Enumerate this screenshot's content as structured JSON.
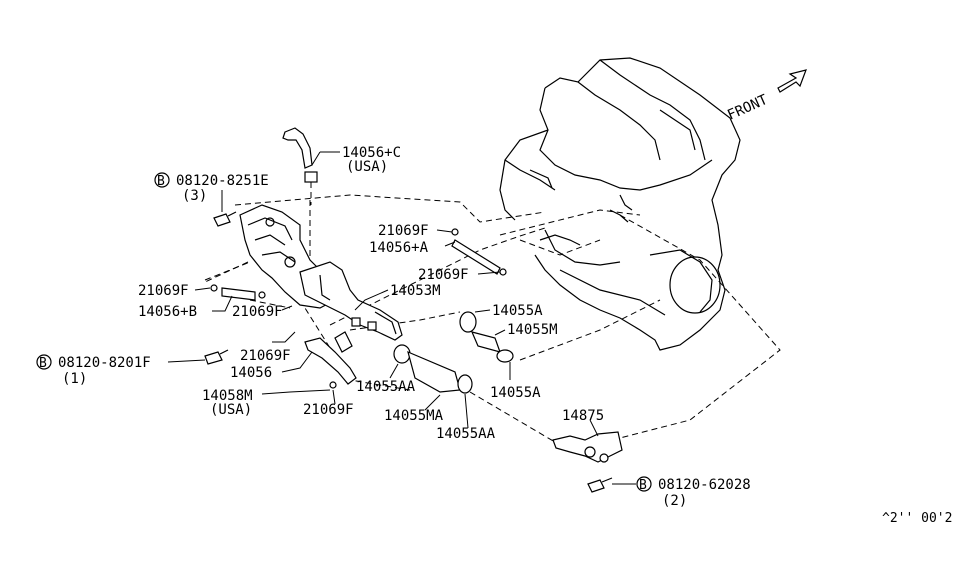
{
  "labels": {
    "front": "FRONT",
    "b": "B",
    "p14056c": "14056+C",
    "p14056c_usa": "(USA)",
    "bolt1": "08120-8251E",
    "bolt1_qty": "(3)",
    "p21069f": "21069F",
    "p14056a": "14056+A",
    "p14053m": "14053M",
    "p14056b": "14056+B",
    "bolt2": "08120-8201F",
    "bolt2_qty": "(1)",
    "p14056": "14056",
    "p14058m": "14058M",
    "p14058m_usa": "(USA)",
    "p14055a": "14055A",
    "p14055m": "14055M",
    "p14055aa": "14055AA",
    "p14055ma": "14055MA",
    "p14875": "14875",
    "bolt3": "08120-62028",
    "bolt3_qty": "(2)",
    "code": "^2'' 00'2"
  }
}
